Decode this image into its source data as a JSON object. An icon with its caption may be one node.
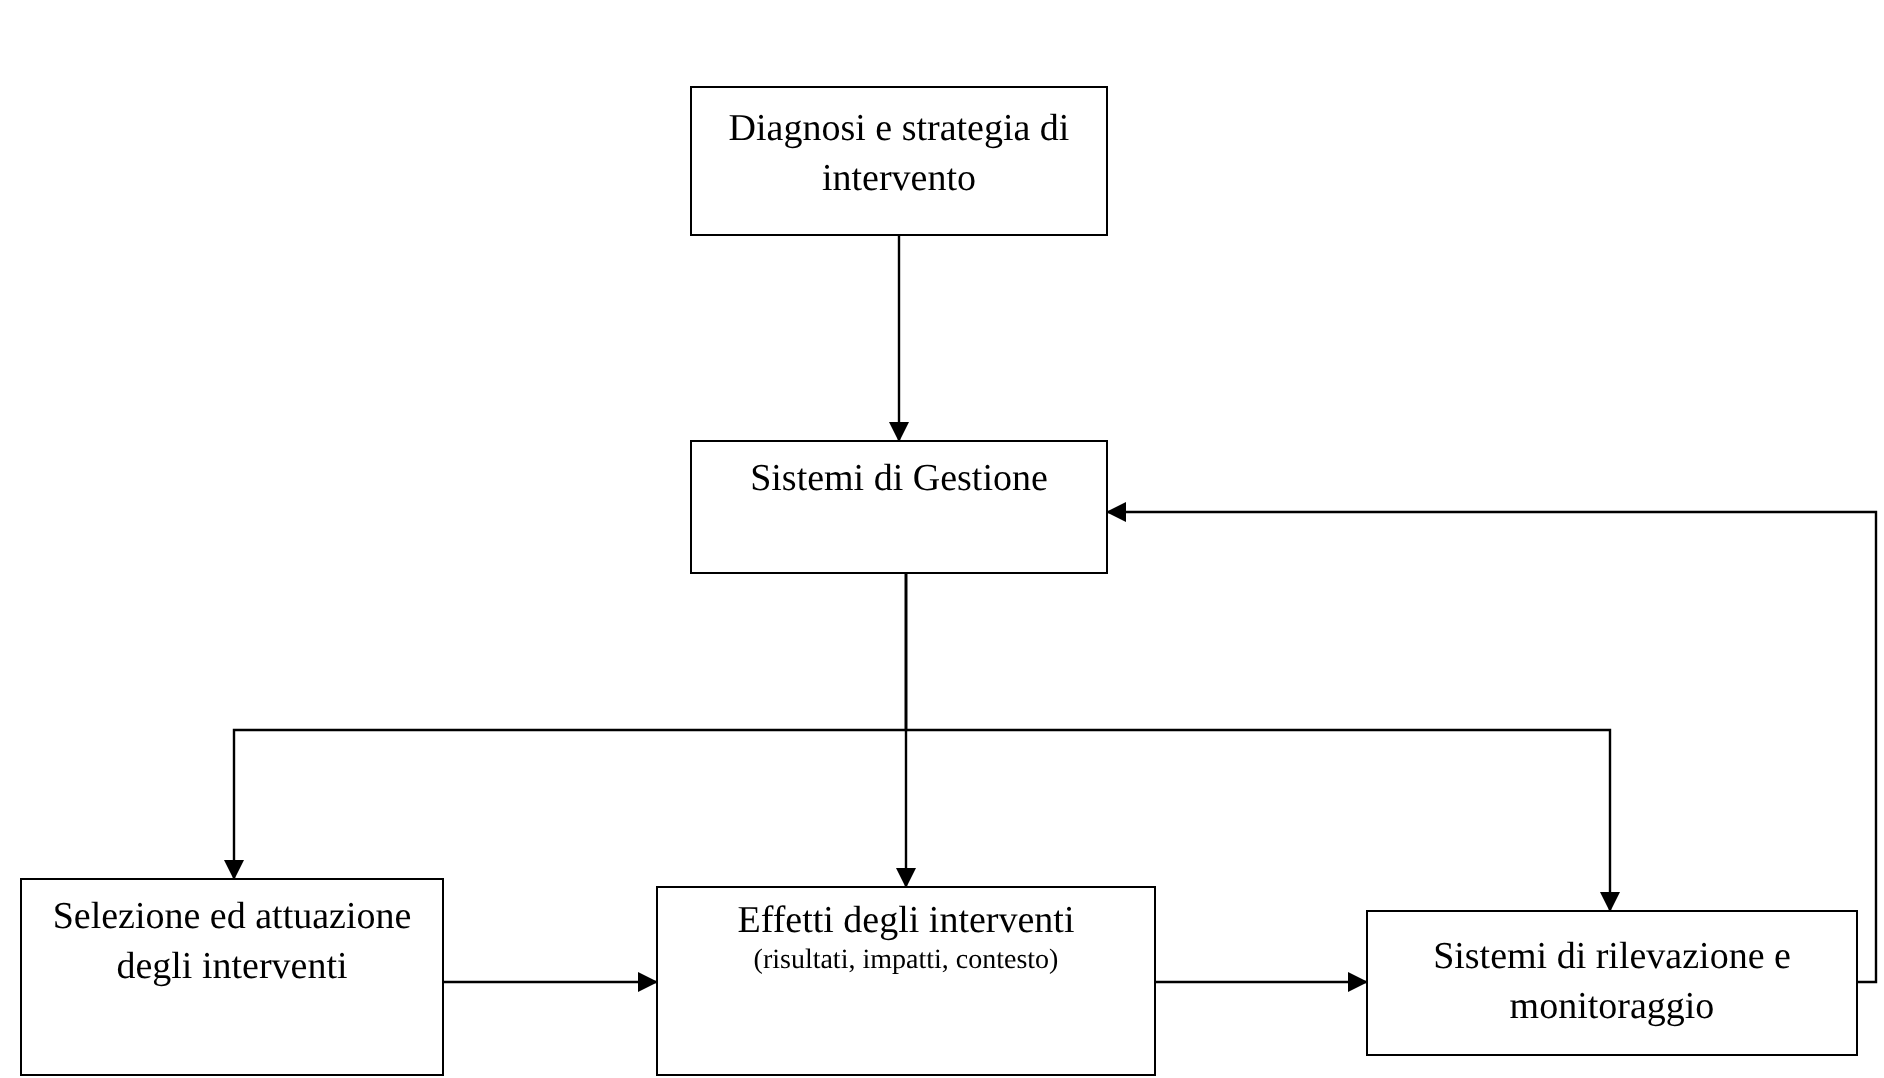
{
  "diagram": {
    "nodes": [
      {
        "text": [
          "Diagnosi e strategia di intervento"
        ]
      },
      {
        "text": [
          "Sistemi di Gestione"
        ]
      },
      {
        "text": [
          "Selezione ed attuazione degli interventi"
        ]
      },
      {
        "text": [
          "Effetti degli interventi",
          "(risultati, impatti, contesto)"
        ]
      },
      {
        "text": [
          "Sistemi di rilevazione e monitoraggio"
        ]
      }
    ],
    "edges": [
      {
        "from": 0,
        "to": 1,
        "arrow": "to"
      },
      {
        "from": 1,
        "to": 2,
        "arrow": "to"
      },
      {
        "from": 1,
        "to": 3,
        "arrow": "to"
      },
      {
        "from": 1,
        "to": 4,
        "arrow": "to"
      },
      {
        "from": 2,
        "to": 3,
        "arrow": "to"
      },
      {
        "from": 3,
        "to": 4,
        "arrow": "to"
      },
      {
        "from": 4,
        "to": 1,
        "arrow": "to"
      }
    ]
  }
}
